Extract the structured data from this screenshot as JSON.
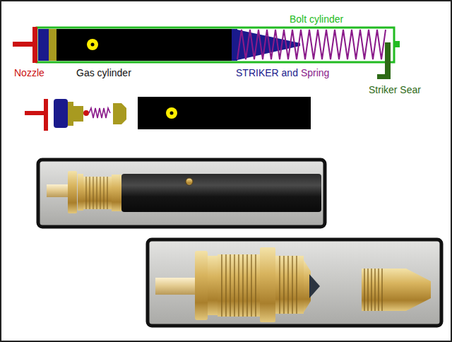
{
  "diagram": {
    "labels": [
      "Bolt cylinder",
      "Nozzle",
      "Gas cylinder",
      "STRIKER and",
      "Spring",
      "Striker Sear"
    ]
  }
}
